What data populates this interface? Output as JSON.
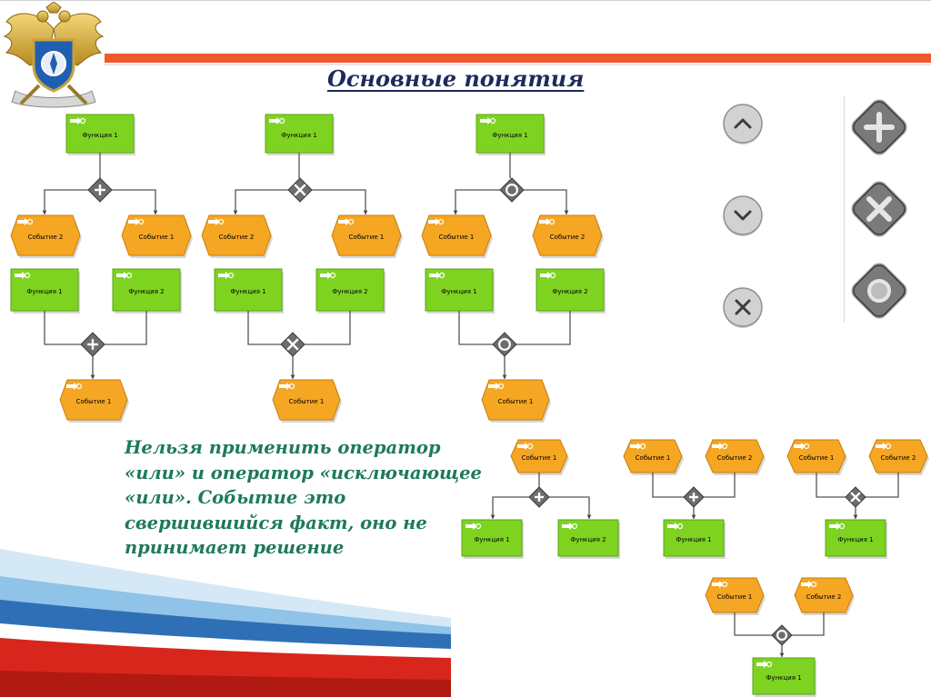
{
  "title": "Основные понятия",
  "note": {
    "lines": [
      "Нельзя применить оператор",
      "«или» и оператор «исключающее",
      "«или». Событие это",
      "свершившийся факт, оно не",
      "принимает решение"
    ]
  },
  "colors": {
    "accent_rule": "#ef5a2d",
    "title": "#1e2a5e",
    "note": "#1e7a57",
    "function_fill": "#7ed321",
    "event_fill": "#f5a623"
  },
  "diagram": {
    "groups": [
      {
        "id": "g1",
        "top_function": "Функция 1",
        "split_gateway": "and",
        "events": [
          "Событие 2",
          "Событие 1"
        ],
        "functions": [
          "Функция 1",
          "Функция 2"
        ],
        "join_gateway": "and",
        "result_event": "Событие 1"
      },
      {
        "id": "g2",
        "top_function": "Функция 1",
        "split_gateway": "xor",
        "events": [
          "Событие 2",
          "Событие 1"
        ],
        "functions": [
          "Функция 1",
          "Функция 2"
        ],
        "join_gateway": "xor",
        "result_event": "Событие 1"
      },
      {
        "id": "g3",
        "top_function": "Функция 1",
        "split_gateway": "or",
        "events": [
          "Событие 1",
          "Событие 2"
        ],
        "functions": [
          "Функция 1",
          "Функция 2"
        ],
        "join_gateway": "or",
        "result_event": "Событие 1"
      }
    ],
    "lower": {
      "a": {
        "event": "Событие 1",
        "gateway": "and",
        "functions": [
          "Функция 1",
          "Функция 2"
        ]
      },
      "b": {
        "events": [
          "Событие 1",
          "Событие 2"
        ],
        "gateway": "and",
        "function": "Функция 1"
      },
      "c": {
        "events": [
          "Событие 1",
          "Событие 2"
        ],
        "gateway": "xor",
        "function": "Функция 1"
      },
      "d": {
        "events": [
          "Событие 1",
          "Событие 2"
        ],
        "gateway": "or",
        "function": "Функция 1"
      }
    }
  },
  "gateway_icons": {
    "round": [
      "chevron-up-icon",
      "chevron-down-icon",
      "x-icon"
    ],
    "diamond": [
      "plus-icon",
      "x-icon",
      "circle-icon"
    ]
  }
}
